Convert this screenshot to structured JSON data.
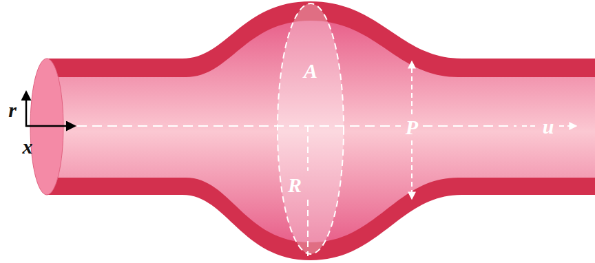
{
  "diagram": {
    "labels": [
      "r",
      "x",
      "A",
      "P",
      "R",
      "u"
    ]
  }
}
